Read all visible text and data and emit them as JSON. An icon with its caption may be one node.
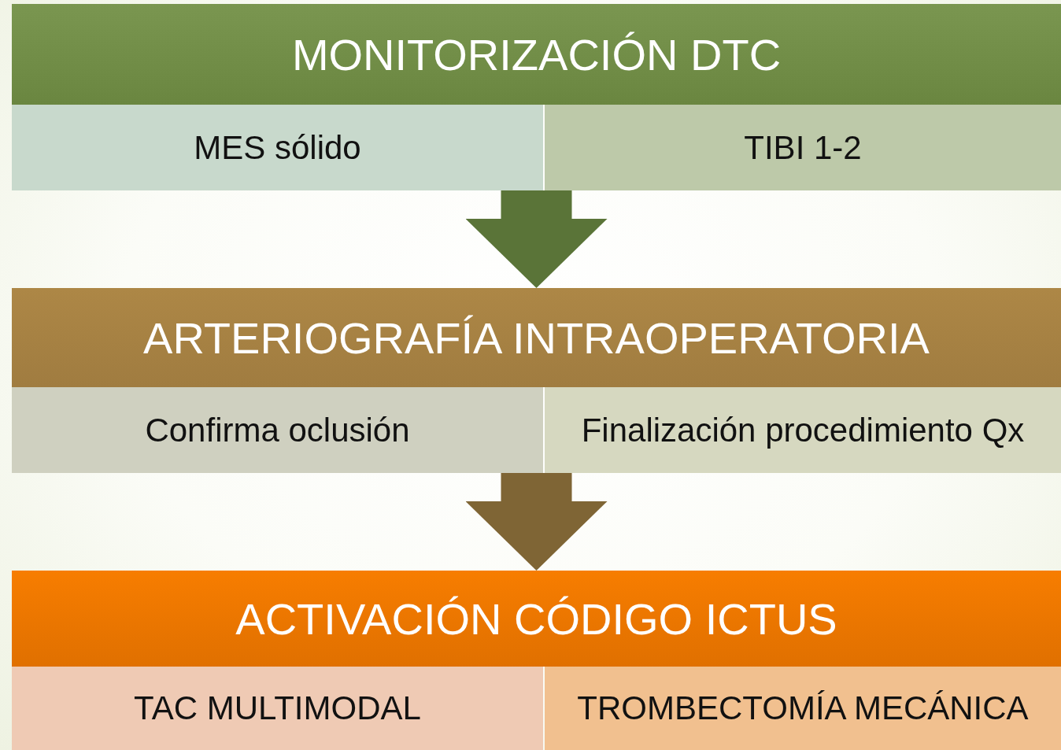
{
  "diagram": {
    "nodes": [
      {
        "text": [
          "MONITORIZACIÓN DTC"
        ]
      },
      {
        "text": [
          "MES sólido"
        ]
      },
      {
        "text": [
          "TIBI 1-2"
        ]
      },
      {
        "text": [
          "ARTERIOGRAFÍA INTRAOPERATORIA"
        ]
      },
      {
        "text": [
          "Confirma oclusión"
        ]
      },
      {
        "text": [
          "Finalización procedimiento Qx"
        ]
      },
      {
        "text": [
          "ACTIVACIÓN CÓDIGO ICTUS"
        ]
      },
      {
        "text": [
          "TAC MULTIMODAL"
        ]
      },
      {
        "text": [
          "TROMBECTOMÍA MECÁNICA"
        ]
      }
    ],
    "edges": [
      {
        "from": 1,
        "to": 3,
        "arrow": "to",
        "color": "#5a7438"
      },
      {
        "from": 2,
        "to": 3,
        "arrow": "to",
        "color": "#5a7438"
      },
      {
        "from": 4,
        "to": 6,
        "arrow": "to",
        "color": "#7f6535"
      },
      {
        "from": 5,
        "to": 6,
        "arrow": "to",
        "color": "#7f6535"
      }
    ]
  }
}
